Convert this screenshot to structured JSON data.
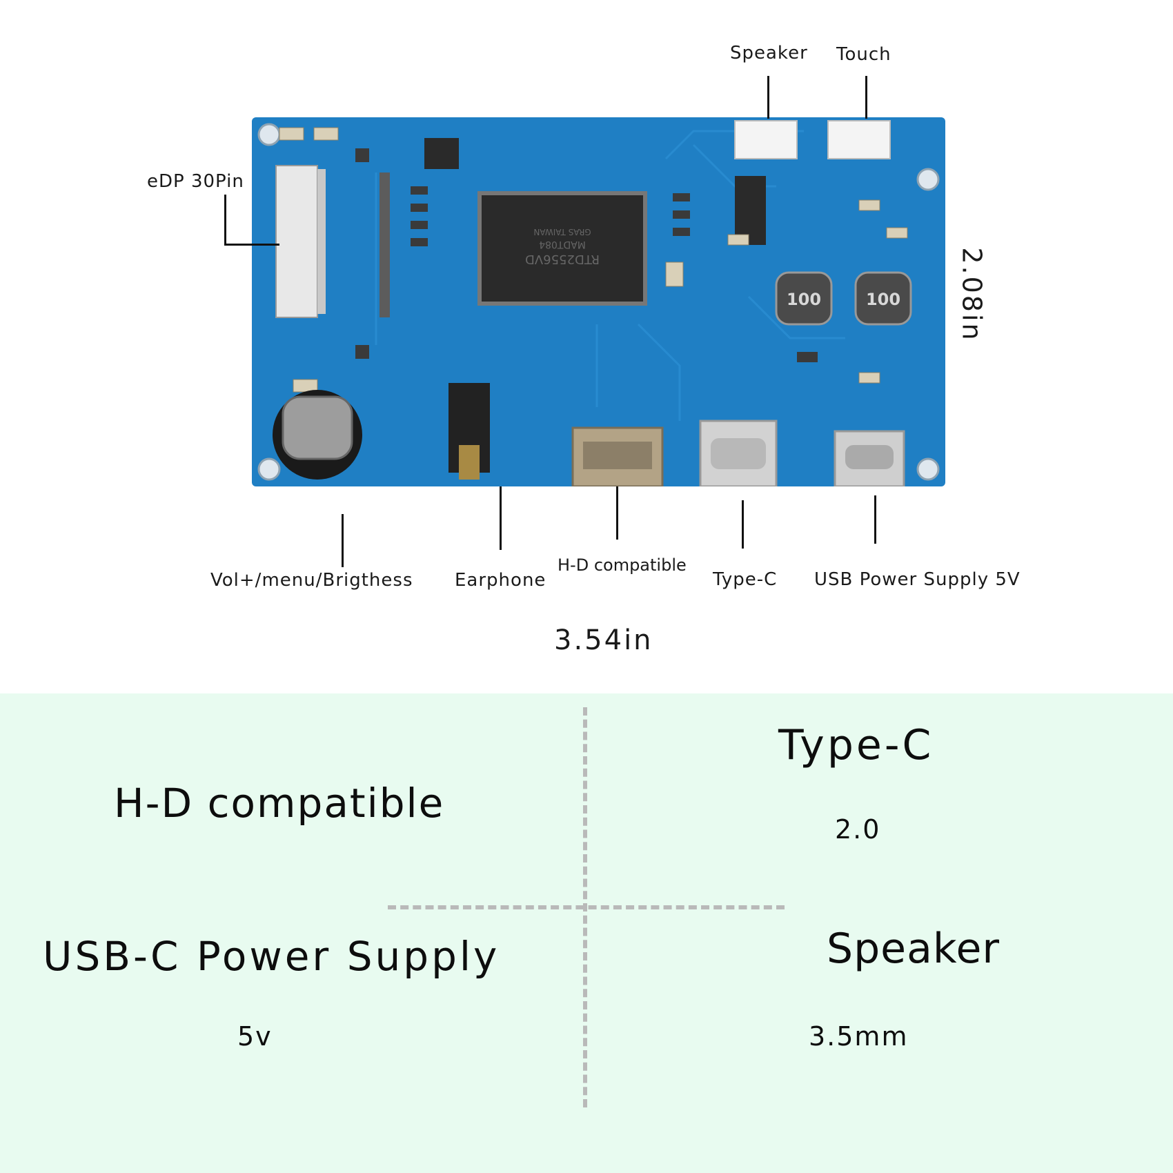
{
  "callouts": {
    "speaker": "Speaker",
    "touch": "Touch",
    "edp": "eDP 30Pin",
    "height": "2.08in",
    "vol_menu": "Vol+/menu/Brigthess",
    "earphone": "Earphone",
    "hd": "H-D compatible",
    "typec": "Type-C",
    "usb_power": "USB Power Supply 5V",
    "width": "3.54in"
  },
  "board_marks": {
    "chip_line1": "RTD2556VD",
    "chip_line2": "MADT084",
    "chip_line3": "GRAS TAIWAN",
    "inductor_left": "100",
    "inductor_right": "100"
  },
  "specs": {
    "hd_title": "H-D compatible",
    "typec_title": "Type-C",
    "typec_value": "2.0",
    "usbc_title": "USB-C Power Supply",
    "usbc_value": "5v",
    "speaker_title": "Speaker",
    "speaker_value": "3.5mm"
  },
  "colors": {
    "pcb": "#1f7fc4",
    "pcb_dark": "#135f99",
    "panel_bg": "#e8fbf0",
    "divider": "#b9b9b9"
  }
}
